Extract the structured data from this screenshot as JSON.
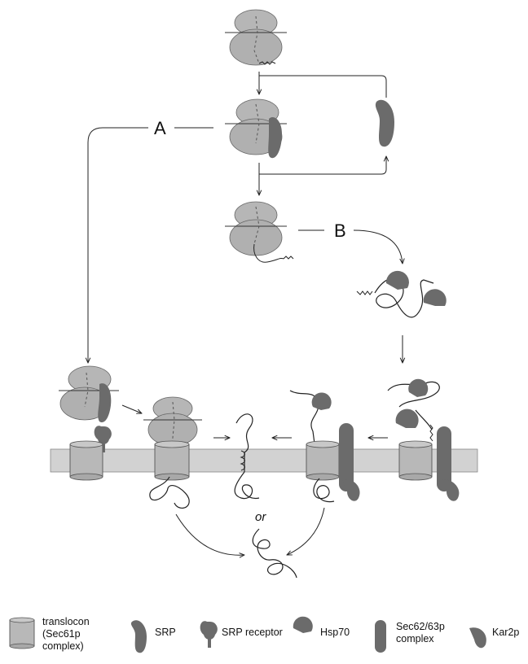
{
  "diagram": {
    "pathway_labels": {
      "a": "A",
      "b": "B"
    },
    "or_label": "or"
  },
  "legend": {
    "items": [
      {
        "icon": "translocon-icon",
        "lines": [
          "translocon",
          "(Sec61p",
          "complex)"
        ]
      },
      {
        "icon": "srp-icon",
        "lines": [
          "SRP"
        ]
      },
      {
        "icon": "srp-receptor-icon",
        "lines": [
          "SRP receptor"
        ]
      },
      {
        "icon": "hsp70-icon",
        "lines": [
          "Hsp70"
        ]
      },
      {
        "icon": "sec62-63p-complex-icon",
        "lines": [
          "Sec62/63p",
          "complex"
        ]
      },
      {
        "icon": "kar2p-icon",
        "lines": [
          "Kar2p"
        ]
      }
    ]
  },
  "colors": {
    "ribosome": "#b0b0b0",
    "protein_dark": "#6b6b6b",
    "membrane": "#d2d2d2",
    "translocon": "#b8b8b8",
    "line": "#222222"
  }
}
